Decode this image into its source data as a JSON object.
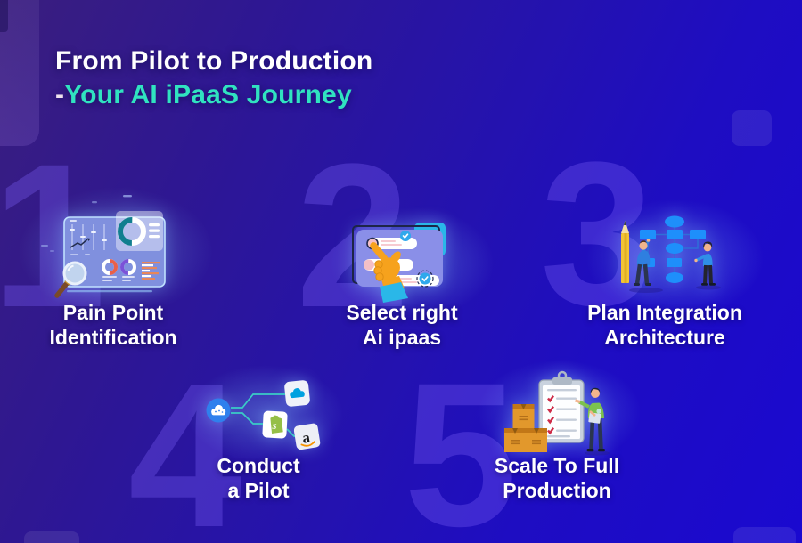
{
  "header": {
    "title_line1": "From Pilot to Production",
    "title_dash": "-",
    "title_line2": "Your AI iPaaS Journey"
  },
  "steps": [
    {
      "number": "1",
      "label1": "Pain Point",
      "label2": "Identification",
      "icon": "analytics-dashboard-magnifier-icon"
    },
    {
      "number": "2",
      "label1": "Select right",
      "label2": "Ai ipaas",
      "icon": "option-list-pointing-hand-icon"
    },
    {
      "number": "3",
      "label1": "Plan Integration",
      "label2": "Architecture",
      "icon": "flowchart-planning-people-icon"
    },
    {
      "number": "4",
      "label1": "Conduct",
      "label2": "a Pilot",
      "icon": "cloud-app-connections-icon",
      "apps": [
        {
          "name": "salesforce-logo"
        },
        {
          "name": "shopify-logo",
          "letter": "S"
        },
        {
          "name": "amazon-logo",
          "letter": "a"
        }
      ]
    },
    {
      "number": "5",
      "label1": "Scale To Full",
      "label2": "Production",
      "icon": "clipboard-checklist-boxes-person-icon"
    }
  ],
  "colors": {
    "background_start": "#3A1E7E",
    "background_end": "#1A09D0",
    "accent_teal": "#30E3C0",
    "title_color": "#FFFFFF",
    "label_color": "#FFFFFF",
    "number_tint": "#7D64FA",
    "glow": "#8CC8FF"
  }
}
